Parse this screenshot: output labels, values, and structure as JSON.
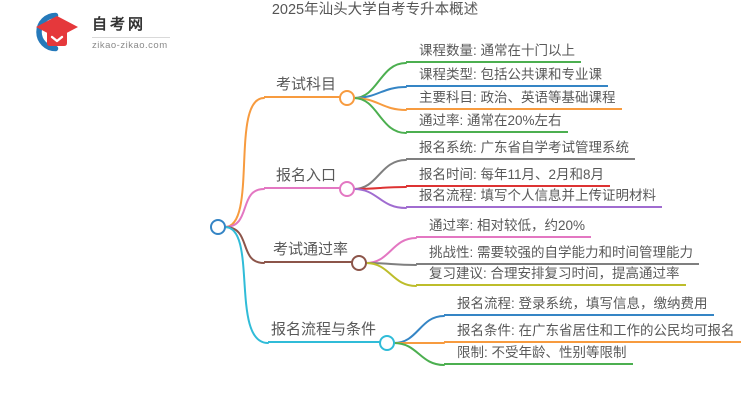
{
  "logo": {
    "site_name": "自考网",
    "site_url": "zikao-zikao.com"
  },
  "palette": {
    "blue": "#3585c5",
    "orange": "#f79b3f",
    "green": "#4caf50",
    "red": "#dd3333",
    "purple": "#a06cd0",
    "brown": "#8c554a",
    "pink": "#e377c2",
    "gray": "#7f7f7f",
    "olive": "#bdbd2b",
    "cyan": "#30bcd8"
  },
  "mindmap": {
    "root": {
      "label": "2025年汕头大学自考专升本概述",
      "color": "blue"
    },
    "branches": [
      {
        "label": "考试科目",
        "color": "orange",
        "children": [
          {
            "label": "课程数量: 通常在十门以上",
            "color": "green"
          },
          {
            "label": "课程类型: 包括公共课和专业课",
            "color": "blue"
          },
          {
            "label": "主要科目: 政治、英语等基础课程",
            "color": "orange"
          },
          {
            "label": "通过率: 通常在20%左右",
            "color": "green"
          }
        ]
      },
      {
        "label": "报名入口",
        "color": "pink",
        "children": [
          {
            "label": "报名系统: 广东省自学考试管理系统",
            "color": "gray"
          },
          {
            "label": "报名时间: 每年11月、2月和8月",
            "color": "red"
          },
          {
            "label": "报名流程: 填写个人信息并上传证明材料",
            "color": "purple"
          }
        ]
      },
      {
        "label": "考试通过率",
        "color": "brown",
        "children": [
          {
            "label": "通过率: 相对较低，约20%",
            "color": "pink"
          },
          {
            "label": "挑战性: 需要较强的自学能力和时间管理能力",
            "color": "gray"
          },
          {
            "label": "复习建议: 合理安排复习时间，提高通过率",
            "color": "olive"
          }
        ]
      },
      {
        "label": "报名流程与条件",
        "color": "cyan",
        "children": [
          {
            "label": "报名流程: 登录系统，填写信息，缴纳费用",
            "color": "blue"
          },
          {
            "label": "报名条件: 在广东省居住和工作的公民均可报名",
            "color": "orange"
          },
          {
            "label": "限制: 不受年龄、性别等限制",
            "color": "green"
          }
        ]
      }
    ]
  }
}
